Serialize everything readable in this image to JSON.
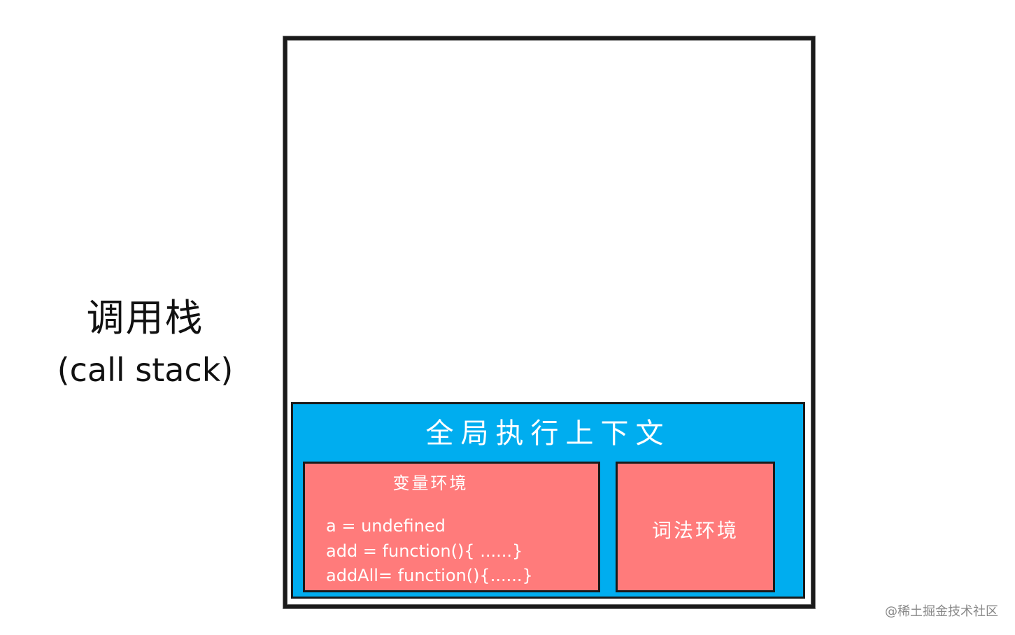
{
  "side_label": {
    "zh": "调用栈",
    "en": "(call stack)"
  },
  "global_context": {
    "title": "全局执行上下文",
    "variable_environment": {
      "title": "变量环境",
      "lines": [
        "a = undefined",
        "add = function(){ ......}",
        "addAll= function(){......}"
      ]
    },
    "lexical_environment": {
      "title": "词法环境"
    }
  },
  "watermark": "@稀土掘金技术社区",
  "colors": {
    "global_context_bg": "#00adef",
    "environment_bg": "#ff7b7b",
    "frame_border": "#1a1a1a"
  }
}
